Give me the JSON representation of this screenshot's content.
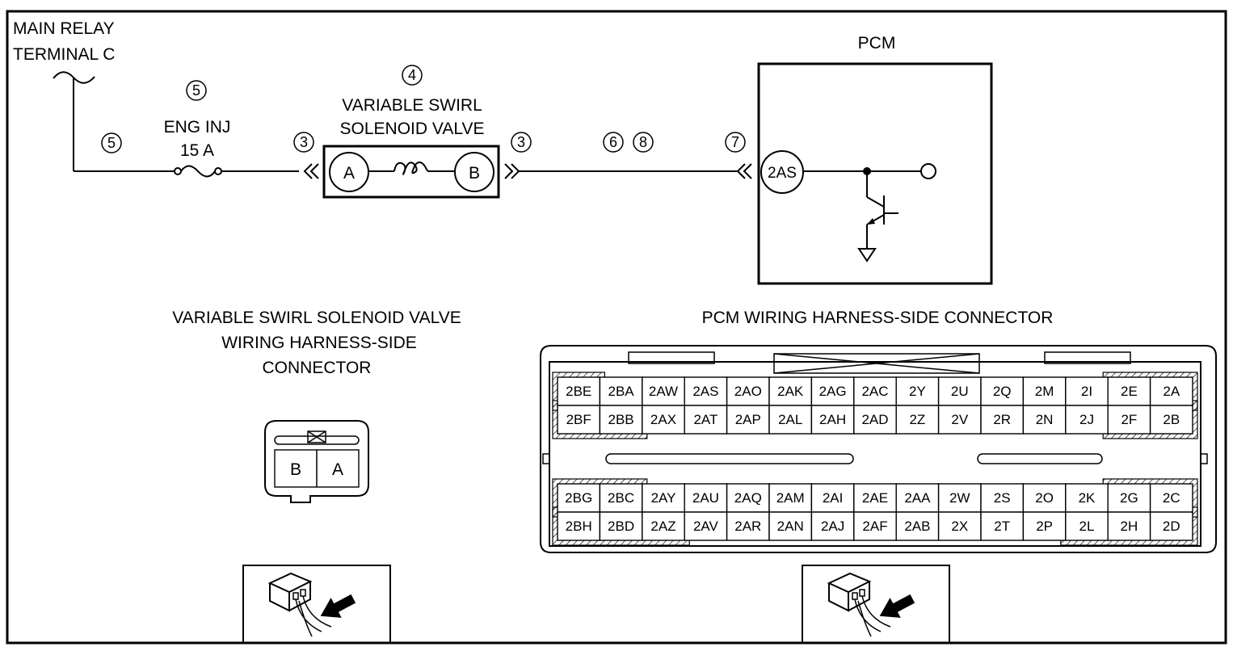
{
  "labels": {
    "main_relay_line1": "MAIN RELAY",
    "main_relay_line2": "TERMINAL C",
    "fuse_line1": "ENG INJ",
    "fuse_line2": "15 A",
    "valve_line1": "VARIABLE SWIRL",
    "valve_line2": "SOLENOID VALVE",
    "pcm": "PCM",
    "pin_a": "A",
    "pin_b": "B",
    "pin_2as": "2AS",
    "left_conn_line1": "VARIABLE SWIRL SOLENOID VALVE",
    "left_conn_line2": "WIRING HARNESS-SIDE",
    "left_conn_line3": "CONNECTOR",
    "right_conn": "PCM WIRING HARNESS-SIDE CONNECTOR"
  },
  "callouts": {
    "c5_wire": "5",
    "c5_fuse": "5",
    "c4": "4",
    "c3_left": "3",
    "c3_right": "3",
    "c6": "6",
    "c8": "8",
    "c7": "7"
  },
  "valve_connector": {
    "pins": [
      "B",
      "A"
    ]
  },
  "pcm_connector": {
    "upper_rows": [
      [
        "2BE",
        "2BA",
        "2AW",
        "2AS",
        "2AO",
        "2AK",
        "2AG",
        "2AC",
        "2Y",
        "2U",
        "2Q",
        "2M",
        "2I",
        "2E",
        "2A"
      ],
      [
        "2BF",
        "2BB",
        "2AX",
        "2AT",
        "2AP",
        "2AL",
        "2AH",
        "2AD",
        "2Z",
        "2V",
        "2R",
        "2N",
        "2J",
        "2F",
        "2B"
      ]
    ],
    "lower_rows": [
      [
        "2BG",
        "2BC",
        "2AY",
        "2AU",
        "2AQ",
        "2AM",
        "2AI",
        "2AE",
        "2AA",
        "2W",
        "2S",
        "2O",
        "2K",
        "2G",
        "2C"
      ],
      [
        "2BH",
        "2BD",
        "2AZ",
        "2AV",
        "2AR",
        "2AN",
        "2AJ",
        "2AF",
        "2AB",
        "2X",
        "2T",
        "2P",
        "2L",
        "2H",
        "2D"
      ]
    ]
  }
}
